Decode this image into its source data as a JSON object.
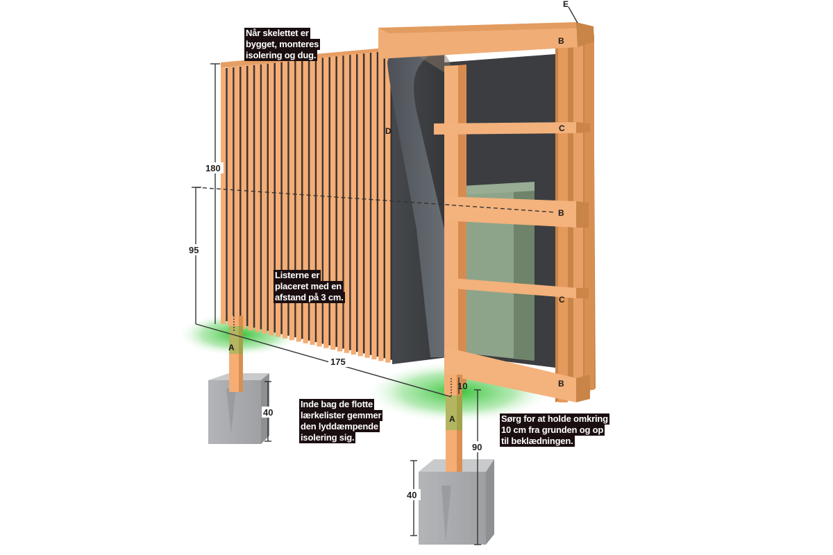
{
  "captions": {
    "top": [
      "Når skelettet er",
      "bygget, monteres",
      "isolering og dug."
    ],
    "slats": [
      "Listerne er",
      "placeret med en",
      "afstand på 3 cm."
    ],
    "insulation": [
      "Inde bag de flotte",
      "lærkelister gemmer",
      "den lyddæmpende",
      "isolering sig."
    ],
    "clearance": [
      "Sørg for at holde omkring",
      "10 cm fra grunden og op",
      "til beklædningen."
    ]
  },
  "part_labels": {
    "A": "A",
    "B": "B",
    "C": "C",
    "D": "D",
    "E": "E"
  },
  "dimensions": {
    "height_total": "180",
    "height_lower": "95",
    "post_spacing": "175",
    "footing_left": "40",
    "footing_right": "40",
    "post_height": "90",
    "ground_clearance": "10"
  },
  "colors": {
    "wood": "#f5ad74",
    "wood_dark": "#d78a4f",
    "membrane": "#3d3f42",
    "insulation": "#8fa58a",
    "concrete": "#a9abae",
    "ground_glow": "#3cc63c",
    "caption_bg": "#1a0e10"
  }
}
